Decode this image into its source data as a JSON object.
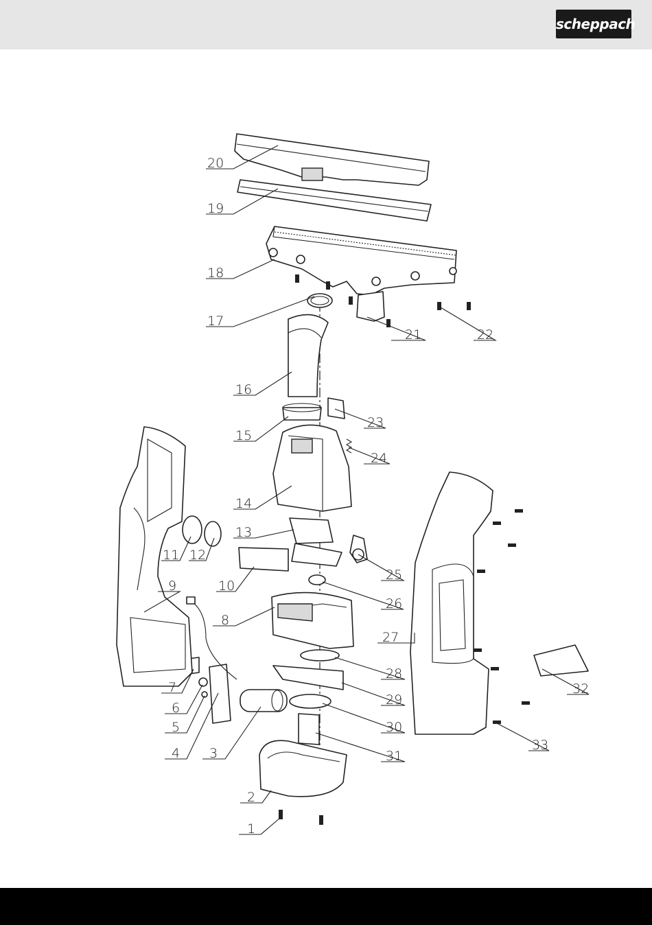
{
  "header": {
    "logo_text": "scheppach"
  },
  "colors": {
    "header_bg": "#e6e6e6",
    "footer_bg": "#000000",
    "logo_bg": "#1a1a1a"
  },
  "callouts": [
    "1",
    "2",
    "3",
    "4",
    "5",
    "6",
    "7",
    "8",
    "9",
    "10",
    "11",
    "12",
    "13",
    "14",
    "15",
    "16",
    "17",
    "18",
    "19",
    "20",
    "21",
    "22",
    "23",
    "24",
    "25",
    "26",
    "27",
    "28",
    "29",
    "30",
    "31",
    "32",
    "33"
  ]
}
